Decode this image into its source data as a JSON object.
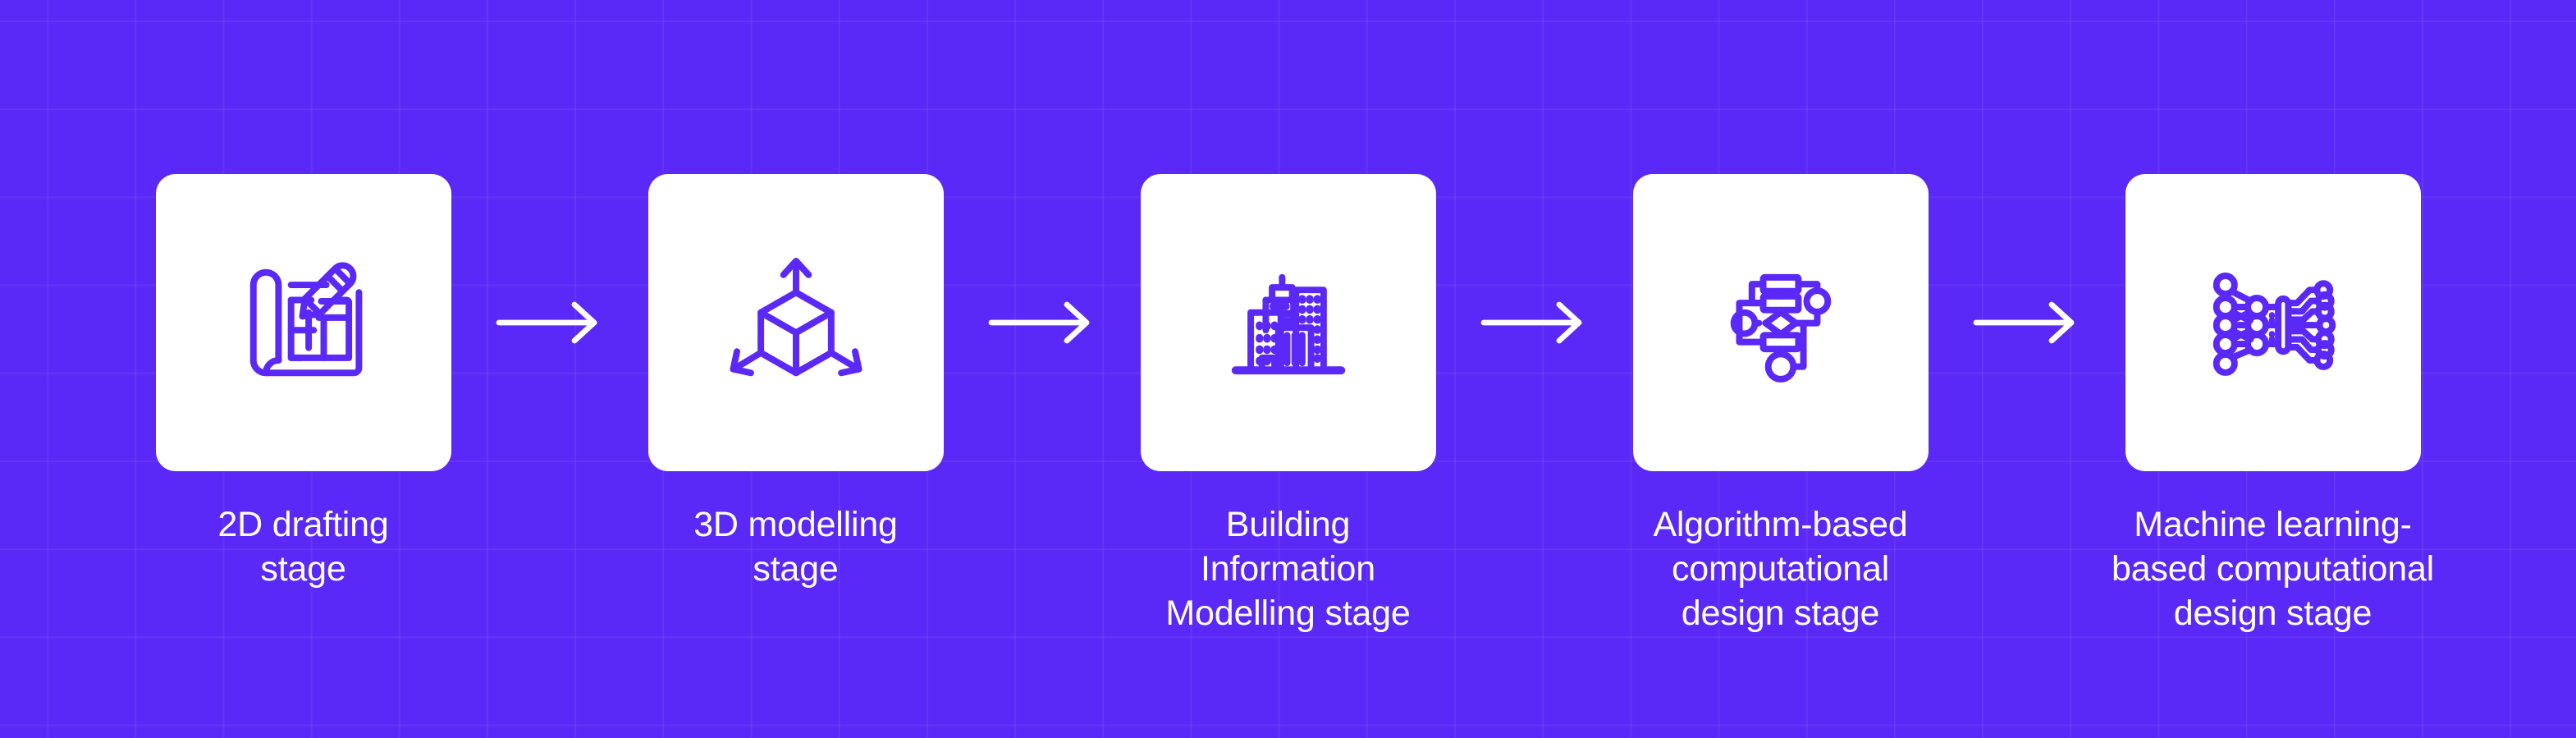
{
  "theme": {
    "background_color": "#5b29f7",
    "grid_line_color": "#6a3dff",
    "card_color": "#ffffff",
    "icon_color": "#5b29f7",
    "text_color": "#ffffff",
    "arrow_color": "#ffffff"
  },
  "diagram": {
    "type": "horizontal-process-flow",
    "step_count": 5,
    "connector_count": 4,
    "connector_icon": "arrow-right-icon",
    "steps": [
      {
        "index": 1,
        "label": "2D drafting\nstage",
        "icon": "blueprint-pencil-icon",
        "icon_description": "rolled blueprint with floor plan and pencil"
      },
      {
        "index": 2,
        "label": "3D modelling\nstage",
        "icon": "3d-cube-axes-icon",
        "icon_description": "isometric cube with three directional axes"
      },
      {
        "index": 3,
        "label": "Building\nInformation\nModelling stage",
        "icon": "city-buildings-icon",
        "icon_description": "cluster of high-rise buildings"
      },
      {
        "index": 4,
        "label": "Algorithm-based\ncomputational\ndesign stage",
        "icon": "flowchart-algorithm-icon",
        "icon_description": "flowchart with boxes, diamond and nodes"
      },
      {
        "index": 5,
        "label": "Machine learning-\nbased computational\ndesign stage",
        "icon": "neural-network-chip-icon",
        "icon_description": "neural network nodes feeding a chip with circuit traces"
      }
    ]
  }
}
